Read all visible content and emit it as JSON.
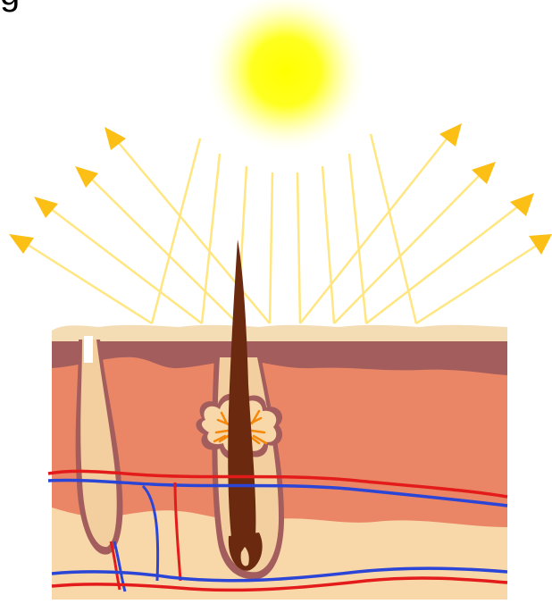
{
  "diagram": {
    "corner_text": "g",
    "elements": {
      "sun": "sun-icon",
      "rays": "sun-ray-arrows",
      "skin": "skin-cross-section"
    },
    "colors": {
      "sun_core": "#ffff00",
      "sun_glow": "#ffffa0",
      "ray": "#ffe680",
      "arrow_head": "#fbbf16",
      "stratum": "#f4dcb4",
      "epidermis_dark": "#a45d5d",
      "dermis": "#ea8665",
      "subcutis": "#f8d7a9",
      "hair_shaft": "#6b2a10",
      "follicle": "#f3cf9f",
      "gland_orange": "#f5880a",
      "artery": "#e31b1b",
      "vein": "#2b45d6"
    }
  }
}
